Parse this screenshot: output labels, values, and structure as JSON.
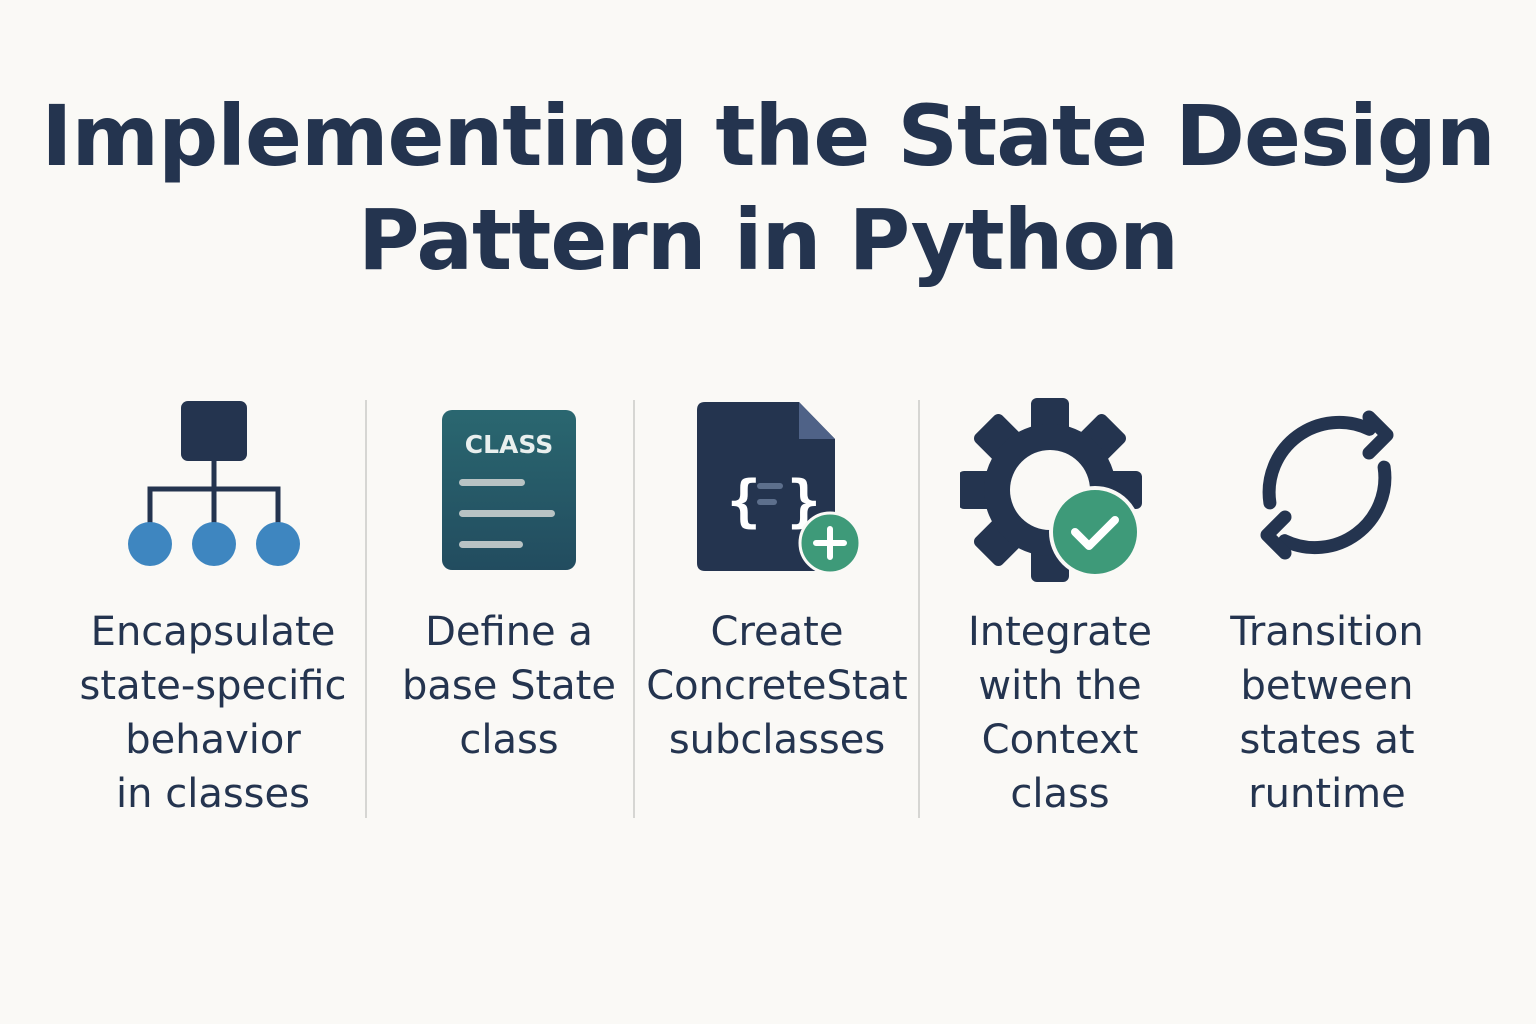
{
  "title": {
    "line1": "Implementing the State Design",
    "line2": "Pattern in Python"
  },
  "colors": {
    "navy": "#24344f",
    "blue": "#3e86c0",
    "teal": "#245a66",
    "green": "#3e9a79",
    "divider": "#d6d6d3"
  },
  "steps": [
    {
      "icon": "hierarchy-icon",
      "caption": "Encapsulate\nstate-specific\nbehavior\nin classes"
    },
    {
      "icon": "class-document-icon",
      "badge": "CLASS",
      "caption": "Define a\nbase State\nclass"
    },
    {
      "icon": "code-file-plus-icon",
      "caption": "Create\nConcreteStat\nsubclasses"
    },
    {
      "icon": "gear-check-icon",
      "caption": "Integrate\nwith the\nContext\nclass"
    },
    {
      "icon": "refresh-cycle-icon",
      "caption": "Transition\nbetween\nstates at\nruntime"
    }
  ]
}
